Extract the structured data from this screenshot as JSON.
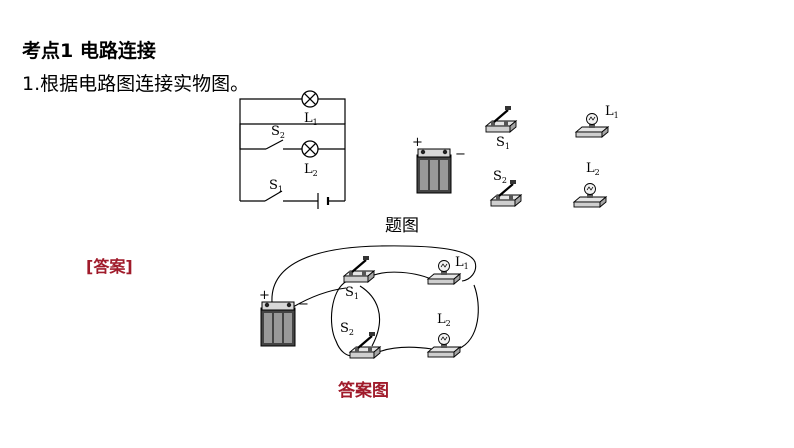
{
  "heading": "考点1  电路连接",
  "question": "1.根据电路图连接实物图。",
  "answer_tag": "[答案]",
  "colors": {
    "accent": "#a01b2b"
  },
  "figure": {
    "caption": "题图",
    "answer_caption": "答案图",
    "plus": "+",
    "minus": "−",
    "l1": "L",
    "l2": "L",
    "s1": "S",
    "s2": "S",
    "sub1": "1",
    "sub2": "2"
  }
}
